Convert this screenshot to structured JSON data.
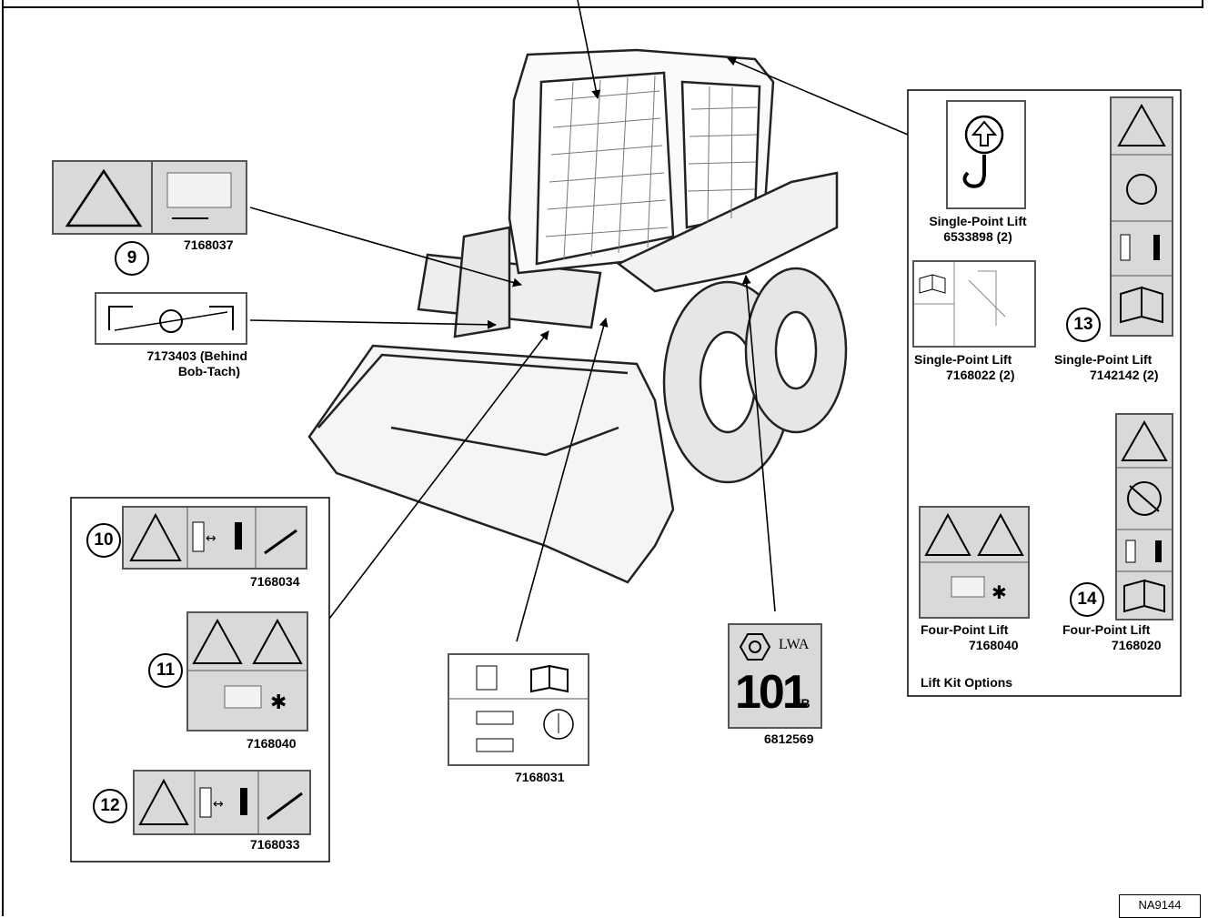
{
  "figure_id": "NA9144",
  "callouts": {
    "c9": "9",
    "c10": "10",
    "c11": "11",
    "c12": "12",
    "c13": "13",
    "c14": "14"
  },
  "decals": {
    "d7168037": "7168037",
    "d7173403_line1": "7173403 (Behind",
    "d7173403_line2": "Bob-Tach)",
    "d7168034": "7168034",
    "d7168040": "7168040",
    "d7168033": "7168033",
    "d7168031": "7168031",
    "d6812569": "6812569",
    "sound_value": "101",
    "sound_unit": "dB",
    "sound_label": "LWA"
  },
  "lift_kit": {
    "single_point_a_title": "Single-Point Lift",
    "single_point_a_part": "6533898 (2)",
    "single_point_b_title": "Single-Point Lift",
    "single_point_b_part": "7168022 (2)",
    "single_point_c_title": "Single-Point Lift",
    "single_point_c_part": "7142142 (2)",
    "four_point_a_title": "Four-Point Lift",
    "four_point_a_part": "7168040",
    "four_point_b_title": "Four-Point Lift",
    "four_point_b_part": "7168020",
    "options_label": "Lift Kit Options"
  },
  "icons": [
    "warning-triangle-icon",
    "crush-hazard-icon",
    "stay-clear-icon",
    "manual-book-icon",
    "lift-hook-icon",
    "sound-level-icon"
  ]
}
